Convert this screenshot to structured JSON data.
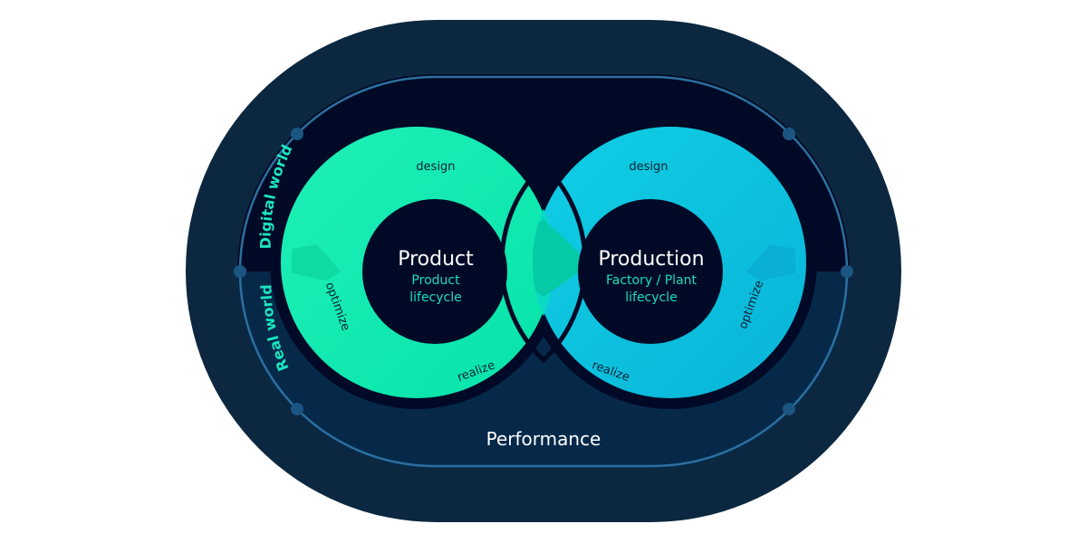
{
  "zones": {
    "digital": "Digital world",
    "real": "Real world"
  },
  "performance": "Performance",
  "product": {
    "title": "Product",
    "subtitle_line1": "Product",
    "subtitle_line2": "lifecycle",
    "phases": {
      "design": "design",
      "optimize": "optimize",
      "realize": "realize"
    }
  },
  "production": {
    "title": "Production",
    "subtitle_line1": "Factory / Plant",
    "subtitle_line2": "lifecycle",
    "phases": {
      "design": "design",
      "optimize": "optimize",
      "realize": "realize"
    }
  },
  "colors": {
    "outer": "#0c2840",
    "digital_band": "#000a26",
    "real_band": "#06294a",
    "ring_line": "#2c6f9e",
    "green": "#0fe8b3",
    "cyan": "#0cc3df",
    "lens": "#0ad9c6",
    "accent_text": "#19e6c0",
    "sub_text": "#1ddcb9"
  }
}
